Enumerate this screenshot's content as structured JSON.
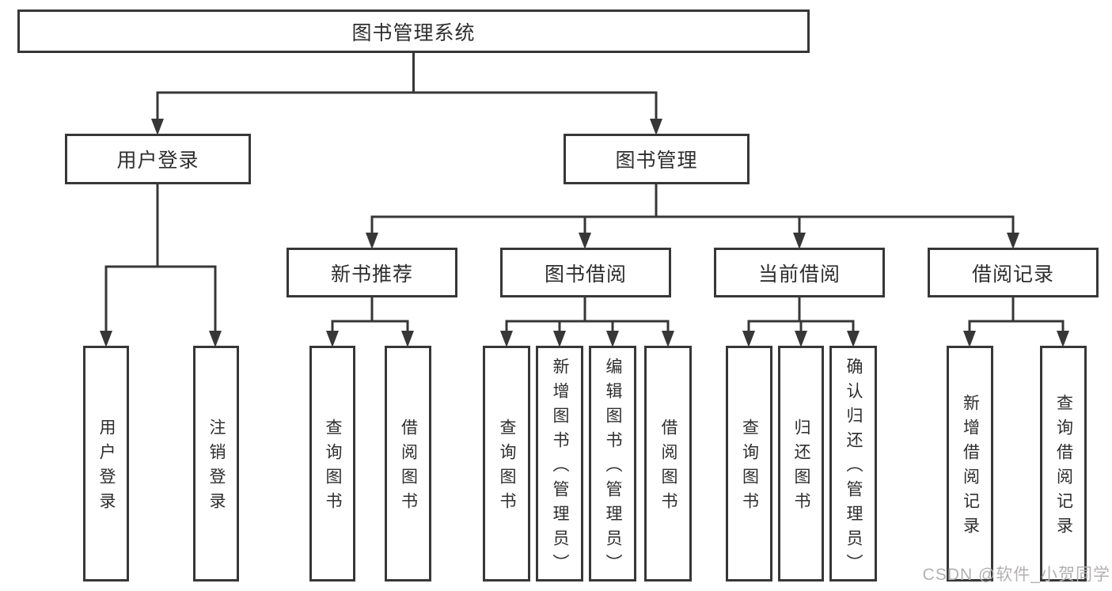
{
  "diagram": {
    "root_label": "图书管理系统",
    "level2": [
      {
        "label": "用户登录"
      },
      {
        "label": "图书管理"
      }
    ],
    "level3": [
      {
        "label": "新书推荐"
      },
      {
        "label": "图书借阅"
      },
      {
        "label": "当前借阅"
      },
      {
        "label": "借阅记录"
      }
    ],
    "leaves": [
      {
        "label": "用户登录"
      },
      {
        "label": "注销登录"
      },
      {
        "label": "查询图书"
      },
      {
        "label": "借阅图书"
      },
      {
        "label": "查询图书"
      },
      {
        "label": "新增图书（管理员）"
      },
      {
        "label": "编辑图书（管理员）"
      },
      {
        "label": "借阅图书"
      },
      {
        "label": "查询图书"
      },
      {
        "label": "归还图书"
      },
      {
        "label": "确认归还（管理员）"
      },
      {
        "label": "新增借阅记录"
      },
      {
        "label": "查询借阅记录"
      }
    ]
  },
  "watermark": "CSDN @软件_小贺同学",
  "colors": {
    "line": "#373737",
    "text": "#2e2e2e",
    "watermark": "#b3b0b0",
    "background": "#ffffff"
  }
}
